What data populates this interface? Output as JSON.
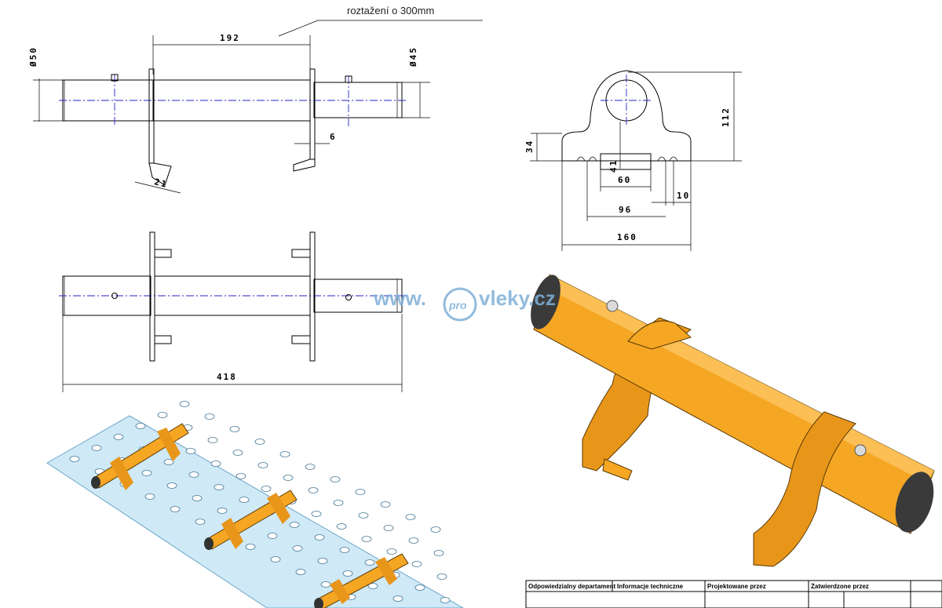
{
  "annotation": "roztažení o 300mm",
  "dimensions": {
    "d50": "Ø50",
    "d45": "Ø45",
    "len192": "192",
    "len6": "6",
    "len21": "21",
    "len418": "418",
    "h112": "112",
    "h34": "34",
    "h41": "41",
    "w60": "60",
    "w10": "10",
    "w96": "96",
    "w160": "160"
  },
  "watermark": {
    "prefix": "www.",
    "badge": "pro",
    "suffix": "vleky.cz"
  },
  "title_block": {
    "col1": "Odpowiedzialny departament",
    "col2": "Informacje techniczne",
    "col3": "Projektowane przez",
    "col4": "Zatwierdzone przez"
  },
  "colors": {
    "part_orange": "#f5a623",
    "part_shadow": "#c47b0f",
    "plate_blue": "#cfe9f7",
    "end_cap": "#3a3a3a",
    "axis_blue": "#2424c8",
    "watermark": "#7fb0d8"
  }
}
